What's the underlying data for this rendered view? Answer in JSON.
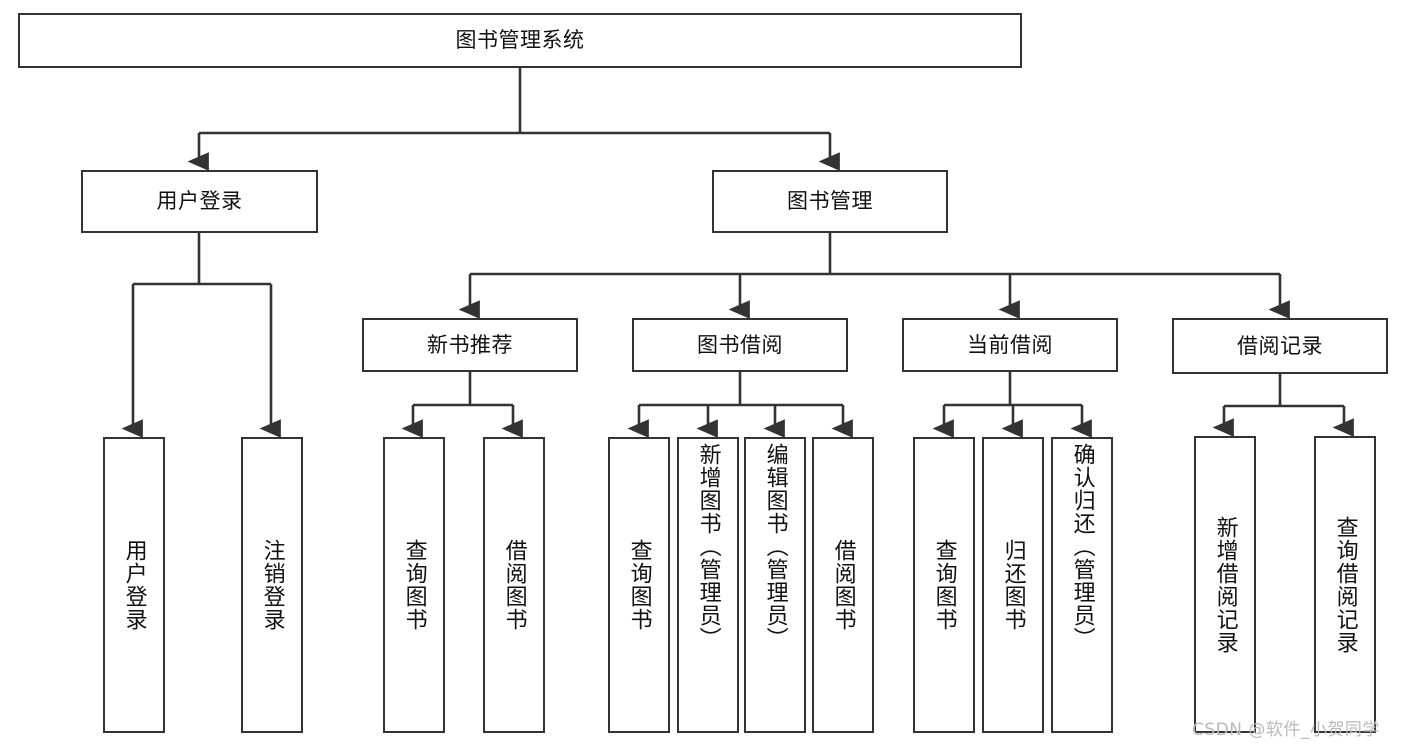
{
  "diagram": {
    "type": "tree-hierarchy",
    "title": "图书管理系统",
    "orientation": "top-down",
    "root": {
      "id": "root",
      "label": "图书管理系统"
    },
    "level1": [
      {
        "id": "user-login",
        "label": "用户登录"
      },
      {
        "id": "book-manage",
        "label": "图书管理"
      }
    ],
    "level2": [
      {
        "id": "new-book-recommend",
        "label": "新书推荐",
        "parent": "book-manage"
      },
      {
        "id": "book-borrow",
        "label": "图书借阅",
        "parent": "book-manage"
      },
      {
        "id": "current-borrow",
        "label": "当前借阅",
        "parent": "book-manage"
      },
      {
        "id": "borrow-record",
        "label": "借阅记录",
        "parent": "book-manage"
      }
    ],
    "leaves": [
      {
        "id": "leaf-user-login",
        "label": "用户登录",
        "parent": "user-login"
      },
      {
        "id": "leaf-logout",
        "label": "注销登录",
        "parent": "user-login"
      },
      {
        "id": "leaf-query-book-1",
        "label": "查询图书",
        "parent": "new-book-recommend"
      },
      {
        "id": "leaf-borrow-book-1",
        "label": "借阅图书",
        "parent": "new-book-recommend"
      },
      {
        "id": "leaf-query-book-2",
        "label": "查询图书",
        "parent": "book-borrow"
      },
      {
        "id": "leaf-add-book",
        "label": "新增图书（管理员）",
        "parent": "book-borrow"
      },
      {
        "id": "leaf-edit-book",
        "label": "编辑图书（管理员）",
        "parent": "book-borrow"
      },
      {
        "id": "leaf-borrow-book-2",
        "label": "借阅图书",
        "parent": "book-borrow"
      },
      {
        "id": "leaf-query-book-3",
        "label": "查询图书",
        "parent": "current-borrow"
      },
      {
        "id": "leaf-return-book",
        "label": "归还图书",
        "parent": "current-borrow"
      },
      {
        "id": "leaf-confirm-return",
        "label": "确认归还（管理员）",
        "parent": "current-borrow"
      },
      {
        "id": "leaf-add-record",
        "label": "新增借阅记录",
        "parent": "borrow-record"
      },
      {
        "id": "leaf-query-record",
        "label": "查询借阅记录",
        "parent": "borrow-record"
      }
    ],
    "colors": {
      "stroke": "#333333",
      "fill": "#ffffff",
      "text": "#111111",
      "watermark": "#b9b9b9"
    }
  },
  "watermark": {
    "text": "CSDN @软件_小贺同学"
  }
}
